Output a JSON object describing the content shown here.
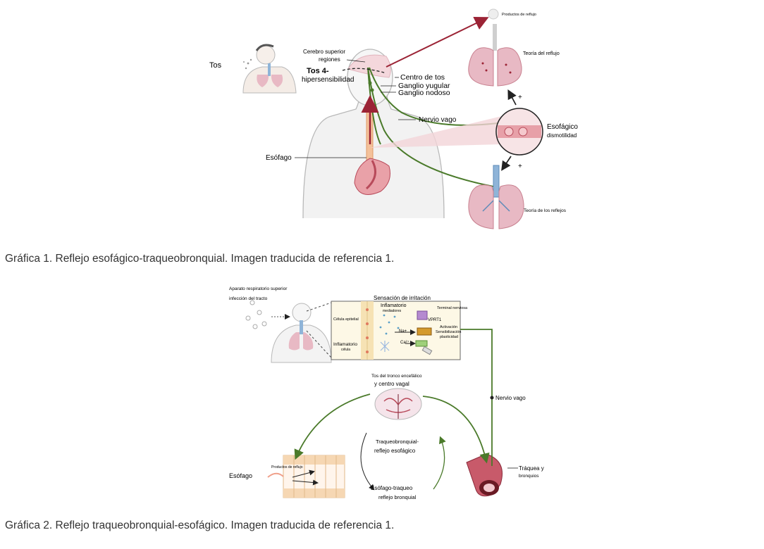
{
  "figure1": {
    "caption": "Gráfica 1. Reflejo esofágico-traqueobronquial. Imagen traducida de referencia 1.",
    "labels": {
      "tos": "Tos",
      "cerebro_1": "Cerebro superior",
      "cerebro_2": "regiones",
      "tos4_1": "Tos 4-",
      "tos4_2": "hipersensibilidad",
      "centro_tos": "Centro de tos",
      "ganglio_yugular": "Ganglio yugular",
      "ganglio_nodoso": "Ganglio nodoso",
      "nervio_vago": "Nervio vago",
      "esofago": "Esófago",
      "productos_reflujo": "Productos de reflujo",
      "teoria_reflujo": "Teoría del reflujo",
      "esofagico_1": "Esofágico",
      "esofagico_2": "dismotilidad",
      "teoria_reflejos": "Teoría de los reflejos",
      "plus": "+"
    }
  },
  "figure2": {
    "caption": "Gráfica 2. Reflejo traqueobronquial-esofágico. Imagen traducida de referencia 1.",
    "labels": {
      "aparato_1": "Aparato respiratorio superior",
      "aparato_2": "infección del tracto",
      "sensacion": "Sensación de irritación",
      "inflamatorio_med_1": "Inflamatorio",
      "inflamatorio_med_2": "mediadores",
      "terminal": "Terminal nerviosa",
      "celula_epitelial": "Célula epitelial",
      "vprt1": "VPRT1",
      "na": "Na+",
      "ca": "Ca²⁺",
      "activacion_1": "Activación",
      "activacion_2": "Sensibilización",
      "activacion_3": "plasticidad",
      "inflamatorio_cel_1": "Inflamatorio",
      "inflamatorio_cel_2": "célula",
      "tos_tronco": "Tos del tronco encefálico",
      "centro_vagal": "y centro vagal",
      "nervio_vago": "Nervio vago",
      "traqueo_1": "Traqueobronquial-",
      "traqueo_2": "reflejo esofágico",
      "esofago": "Esófago",
      "productos_reflujo": "Productos de reflujo",
      "esofago_traqueo_1": "Esófago-traqueo",
      "esofago_traqueo_2": "reflejo bronquial",
      "traquea_1": "Tráquea y",
      "traquea_2": "bronquios"
    }
  },
  "colors": {
    "nerve": "#4a7a2a",
    "arrow_red": "#9b2335",
    "lung": "#e8b9c4",
    "lung_dark": "#c8808f",
    "trachea": "#8fb4d8",
    "stomach": "#b84a5a",
    "body_outline": "#b8b8b8",
    "caption": "#333333"
  }
}
